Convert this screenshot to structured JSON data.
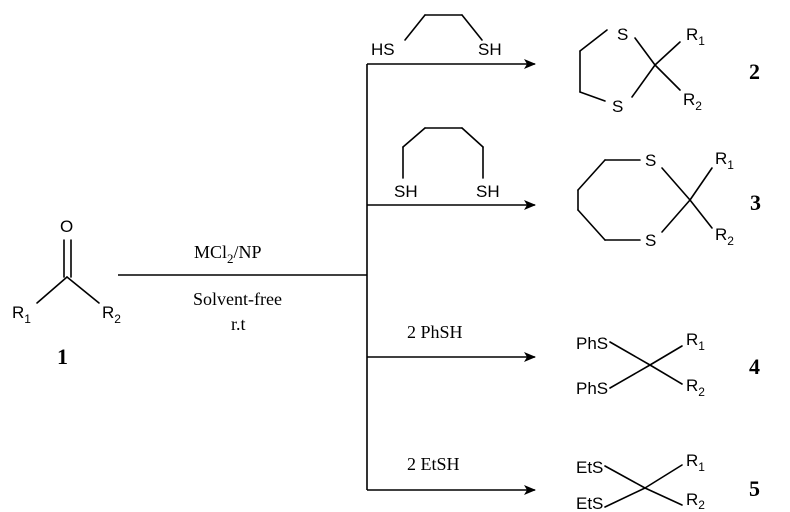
{
  "reactant": {
    "number": "1",
    "oxygen": "O",
    "r1": "R",
    "r1_sub": "1",
    "r2": "R",
    "r2_sub": "2"
  },
  "conditions": {
    "catalyst": "MCl",
    "catalyst_sub": "2",
    "catalyst_suffix": "/NP",
    "solvent": "Solvent-free",
    "temperature": "r.t"
  },
  "branches": [
    {
      "reagent_hs": "HS",
      "reagent_sh": "SH",
      "product": {
        "number": "2",
        "s_top": "S",
        "s_bottom": "S",
        "r1": "R",
        "r1_sub": "1",
        "r2": "R",
        "r2_sub": "2"
      }
    },
    {
      "reagent_sh_left": "SH",
      "reagent_sh_right": "SH",
      "product": {
        "number": "3",
        "s_top": "S",
        "s_bottom": "S",
        "r1": "R",
        "r1_sub": "1",
        "r2": "R",
        "r2_sub": "2"
      }
    },
    {
      "reagent": "2 PhSH",
      "product": {
        "number": "4",
        "s_top": "PhS",
        "s_bottom": "PhS",
        "r1": "R",
        "r1_sub": "1",
        "r2": "R",
        "r2_sub": "2"
      }
    },
    {
      "reagent": "2 EtSH",
      "product": {
        "number": "5",
        "s_top": "EtS",
        "s_bottom": "EtS",
        "r1": "R",
        "r1_sub": "1",
        "r2": "R",
        "r2_sub": "2"
      }
    }
  ]
}
